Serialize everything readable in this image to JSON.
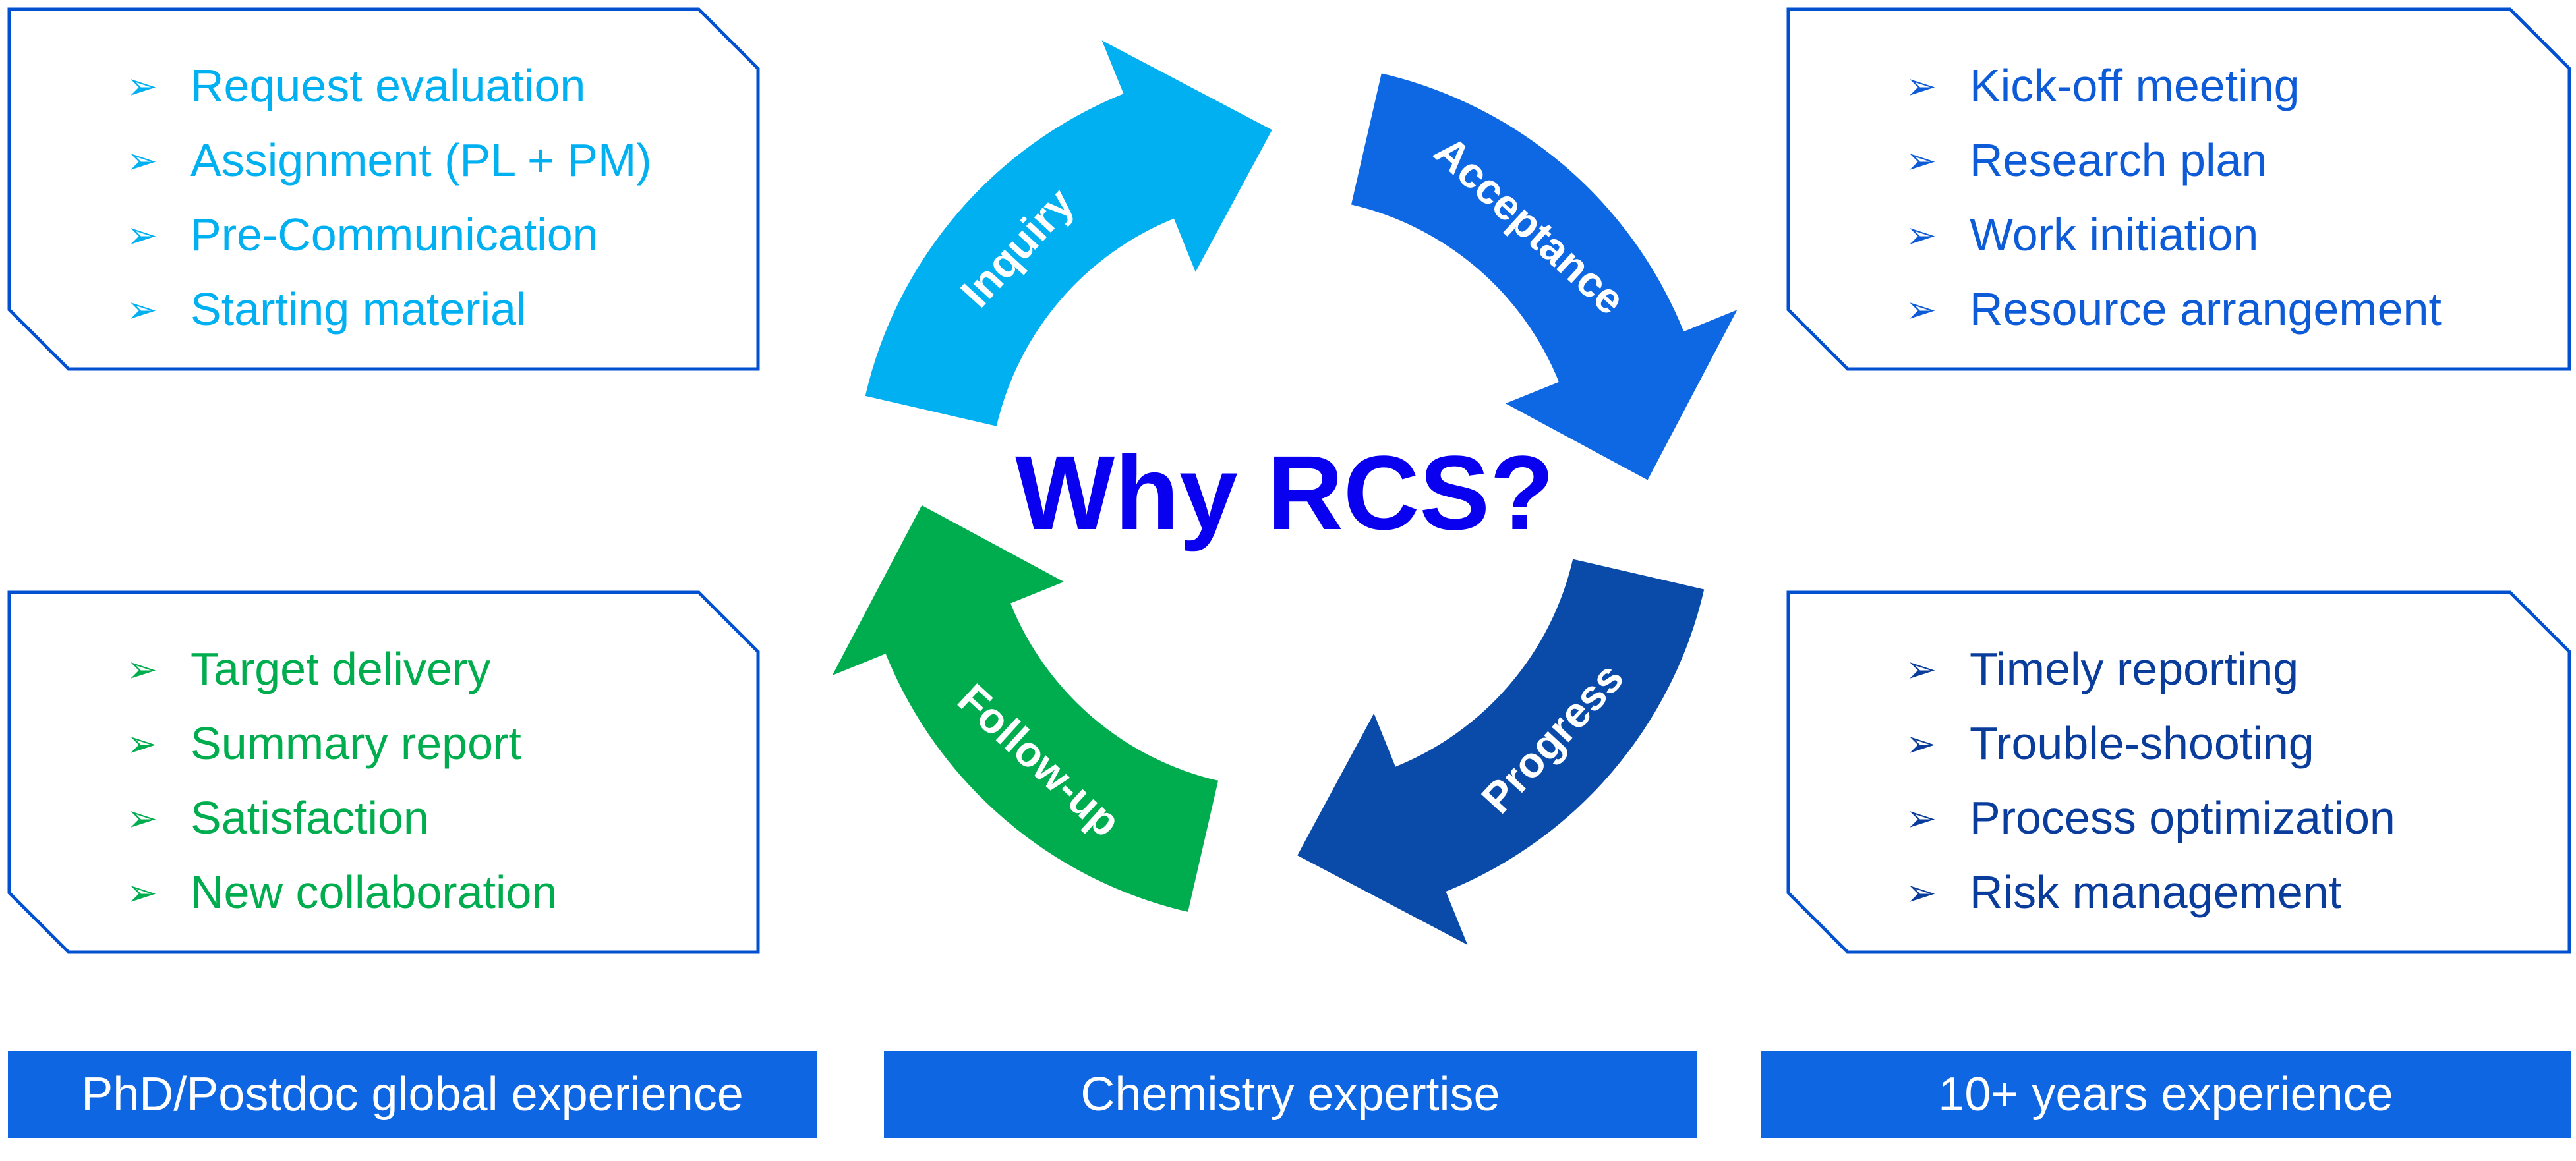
{
  "title": {
    "text": "Why RCS?",
    "color": "#0a00f0"
  },
  "cycle": [
    {
      "label": "Inquiry",
      "color": "#00b0f0"
    },
    {
      "label": "Acceptance",
      "color": "#0e67e3"
    },
    {
      "label": "Progress",
      "color": "#0a4aa8"
    },
    {
      "label": "Follow-up",
      "color": "#00ad4e"
    }
  ],
  "boxes": {
    "inquiry": {
      "color": "#00b0f0",
      "bullet_icon": "arrowhead-bullet-icon",
      "items": [
        "Request evaluation",
        "Assignment (PL + PM)",
        "Pre-Communication",
        "Starting material"
      ]
    },
    "acceptance": {
      "color": "#0e5bd8",
      "bullet_icon": "arrowhead-bullet-icon",
      "items": [
        "Kick-off meeting",
        "Research plan",
        "Work initiation",
        "Resource arrangement"
      ]
    },
    "followup": {
      "color": "#00ad4e",
      "bullet_icon": "arrowhead-bullet-icon",
      "items": [
        "Target delivery",
        "Summary report",
        "Satisfaction",
        "New collaboration"
      ]
    },
    "progress": {
      "color": "#0a3c9c",
      "bullet_icon": "arrowhead-bullet-icon",
      "items": [
        "Timely reporting",
        "Trouble-shooting",
        "Process optimization",
        "Risk management"
      ]
    }
  },
  "box_border_color": "#0050d0",
  "bottom_bars": [
    "PhD/Postdoc global experience",
    "Chemistry expertise",
    "10+ years experience"
  ],
  "bottom_bar_color": "#0e66e2"
}
